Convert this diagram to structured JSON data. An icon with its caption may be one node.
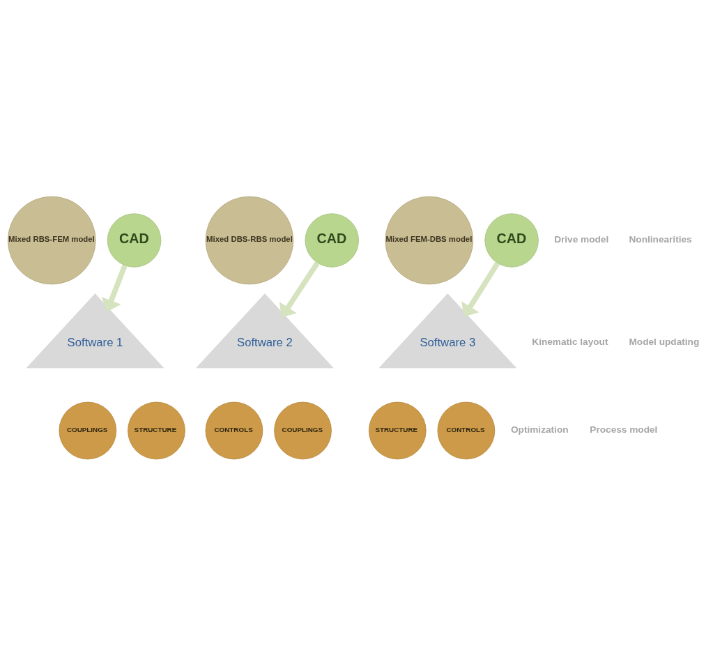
{
  "diagram": {
    "nodes": [
      {
        "text": [
          "Mixed RBS-FEM model"
        ]
      },
      {
        "text": [
          "CAD"
        ]
      },
      {
        "text": [
          "Software 1"
        ]
      },
      {
        "text": [
          "COUPLINGS"
        ]
      },
      {
        "text": [
          "STRUCTURE"
        ]
      },
      {
        "text": [
          "Mixed DBS-RBS model"
        ]
      },
      {
        "text": [
          "Software 2"
        ]
      },
      {
        "text": [
          "CONTROLS"
        ]
      },
      {
        "text": [
          "COUPLINGS"
        ]
      },
      {
        "text": [
          "Mixed FEM-DBS model"
        ]
      },
      {
        "text": [
          "CAD"
        ]
      },
      {
        "text": [
          "Software 3"
        ]
      },
      {
        "text": [
          "CAD"
        ]
      },
      {
        "text": [
          "STRUCTURE"
        ]
      },
      {
        "text": [
          "CONTROLS"
        ]
      }
    ],
    "edges": [
      {
        "from": 1,
        "to": 2,
        "arrow": "to"
      },
      {
        "from": 10,
        "to": 11,
        "arrow": "to"
      },
      {
        "from": 12,
        "to": 6,
        "arrow": "to"
      }
    ],
    "labels": [
      "Drive model",
      "Nonlinearities",
      "Kinematic layout",
      "Model updating",
      "Optimization",
      "Process model"
    ]
  }
}
